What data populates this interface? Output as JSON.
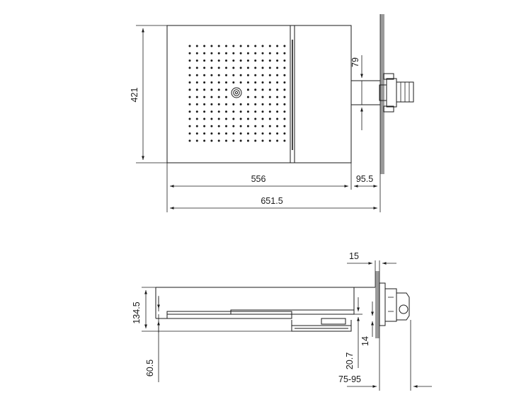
{
  "top_view": {
    "dim_height": "421",
    "dim_arm_width": "79",
    "dim_plate_width": "556",
    "dim_arm_length": "95.5",
    "dim_total_length": "651.5"
  },
  "side_view": {
    "dim_wall_plate": "15",
    "dim_total_height": "134.5",
    "dim_plate_thickness": "60.5",
    "dim_lower_offset": "20.7",
    "dim_small": "14",
    "dim_wall_range": "75-95"
  },
  "colors": {
    "line": "#1a1a1a",
    "wall_hatch": "#9a9a9a",
    "background": "#ffffff"
  }
}
